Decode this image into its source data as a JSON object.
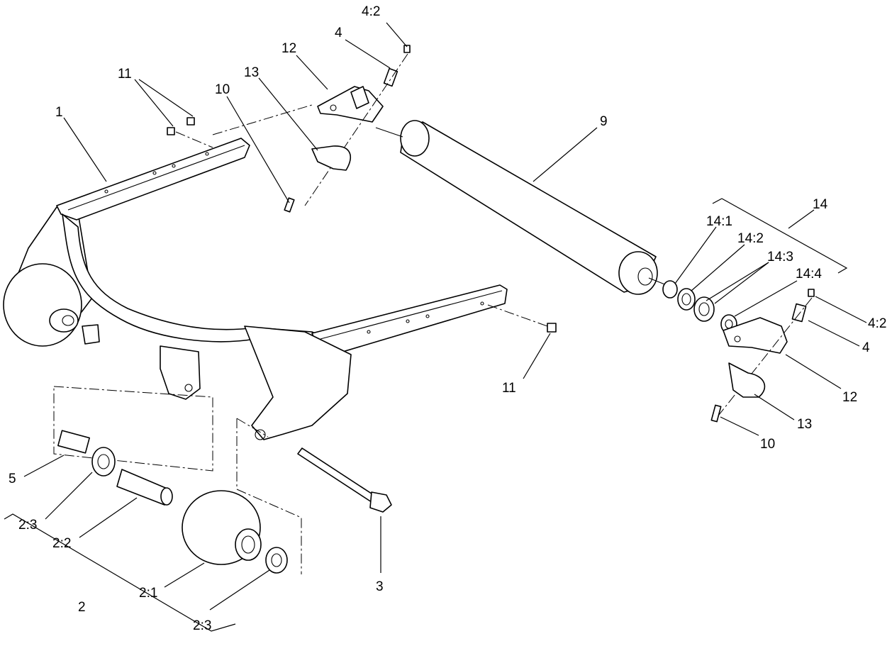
{
  "callouts": {
    "c_4_2_top": "4:2",
    "c_4_top": "4",
    "c_12_top": "12",
    "c_13_top": "13",
    "c_11_top": "11",
    "c_10_top": "10",
    "c_1": "1",
    "c_9": "9",
    "c_14": "14",
    "c_14_1": "14:1",
    "c_14_2": "14:2",
    "c_14_3": "14:3",
    "c_14_4": "14:4",
    "c_4_2_right": "4:2",
    "c_4_right": "4",
    "c_12_right": "12",
    "c_13_right": "13",
    "c_10_right": "10",
    "c_11_mid": "11",
    "c_5": "5",
    "c_2_3_left": "2:3",
    "c_2_2": "2:2",
    "c_2": "2",
    "c_2_1": "2:1",
    "c_2_3_bottom": "2:3",
    "c_3": "3"
  }
}
